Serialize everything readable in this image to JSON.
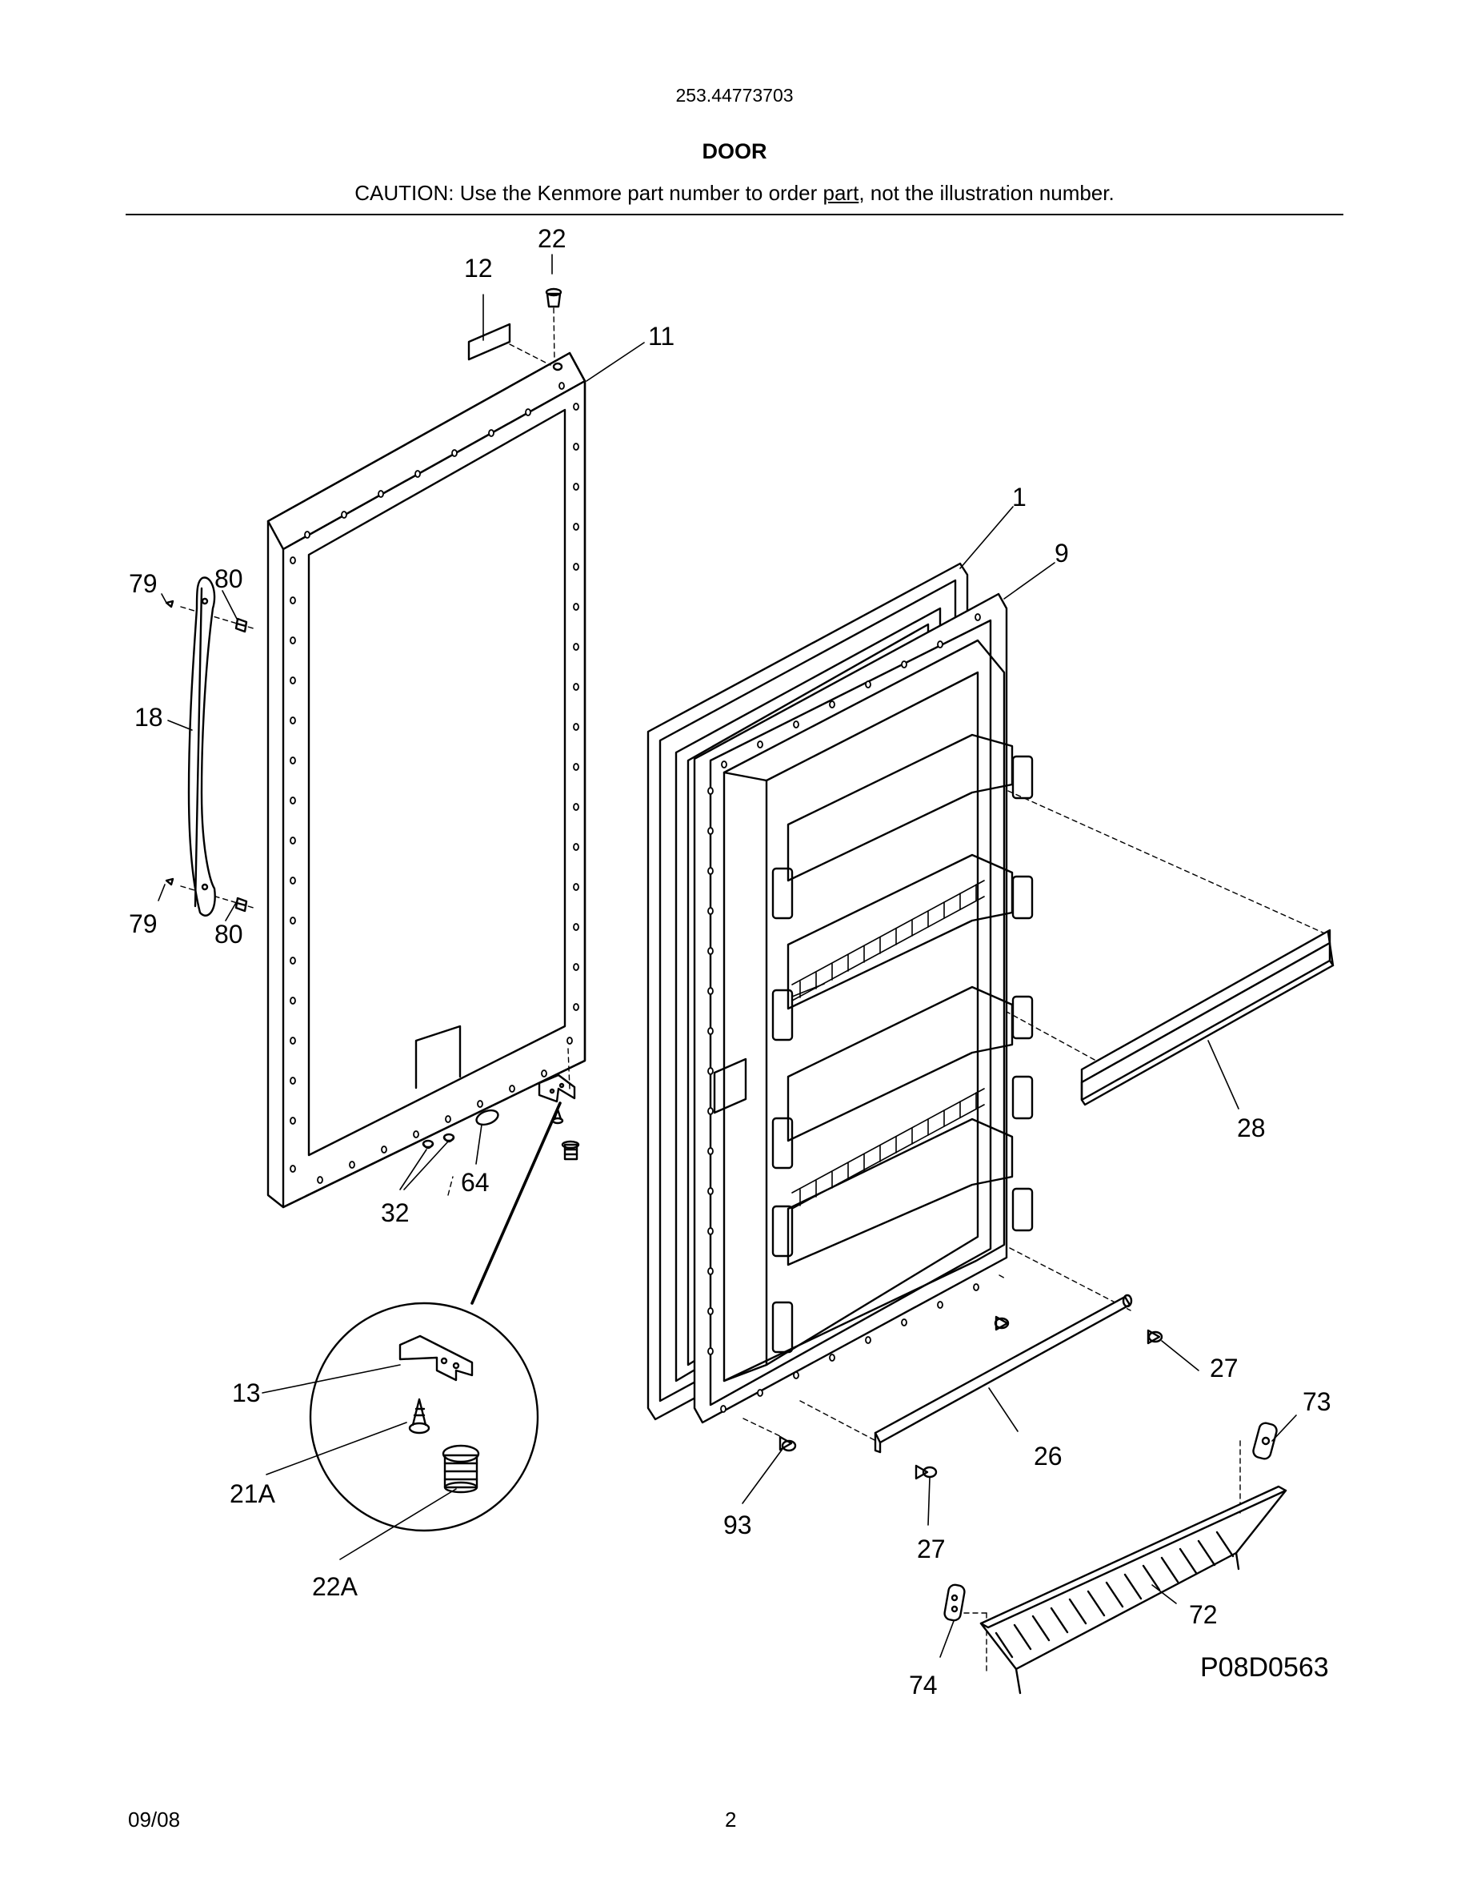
{
  "header": {
    "model_number": "253.44773703",
    "section_title": "DOOR",
    "caution_prefix": "CAUTION: Use the Kenmore part number to order ",
    "caution_underlined": "part",
    "caution_suffix": ", not the illustration number."
  },
  "diagram": {
    "callouts": {
      "c1": "1",
      "c9": "9",
      "c11": "11",
      "c12": "12",
      "c13": "13",
      "c18": "18",
      "c21a": "21A",
      "c22": "22",
      "c22a": "22A",
      "c26": "26",
      "c27a": "27",
      "c27b": "27",
      "c28": "28",
      "c32": "32",
      "c64": "64",
      "c72": "72",
      "c73": "73",
      "c74": "74",
      "c79a": "79",
      "c79b": "79",
      "c80a": "80",
      "c80b": "80",
      "c93": "93"
    },
    "drawing_code": "P08D0563"
  },
  "footer": {
    "date": "09/08",
    "page_number": "2"
  }
}
